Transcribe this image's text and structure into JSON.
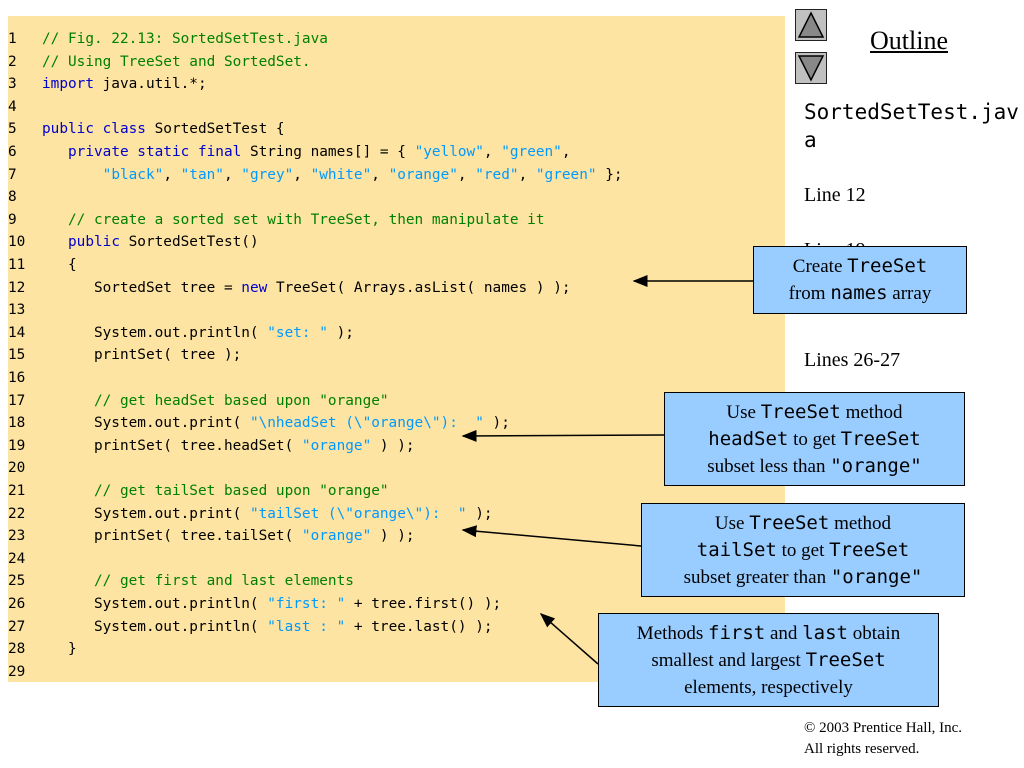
{
  "nav": {
    "prev_icon": "up-triangle-icon",
    "next_icon": "down-triangle-icon"
  },
  "sidebar": {
    "outline_title": "Outline",
    "file_name": "SortedSetTest.java",
    "line_labels": [
      "Line 12",
      "Line 19",
      "Lines 26-27"
    ]
  },
  "code_lines": [
    [
      {
        "t": "// Fig. 22.13: SortedSetTest.java",
        "c": "cm"
      }
    ],
    [
      {
        "t": "// Using TreeSet and SortedSet.",
        "c": "cm"
      }
    ],
    [
      {
        "t": "import",
        "c": "kw"
      },
      {
        "t": " java.util.*;",
        "c": "pl"
      }
    ],
    [],
    [
      {
        "t": "public class",
        "c": "kw"
      },
      {
        "t": " SortedSetTest {",
        "c": "pl"
      }
    ],
    [
      {
        "t": "   ",
        "c": "pl"
      },
      {
        "t": "private static final",
        "c": "kw"
      },
      {
        "t": " String names[] = { ",
        "c": "pl"
      },
      {
        "t": "\"yellow\"",
        "c": "st"
      },
      {
        "t": ", ",
        "c": "pl"
      },
      {
        "t": "\"green\"",
        "c": "st"
      },
      {
        "t": ",",
        "c": "pl"
      }
    ],
    [
      {
        "t": "       ",
        "c": "pl"
      },
      {
        "t": "\"black\"",
        "c": "st"
      },
      {
        "t": ", ",
        "c": "pl"
      },
      {
        "t": "\"tan\"",
        "c": "st"
      },
      {
        "t": ", ",
        "c": "pl"
      },
      {
        "t": "\"grey\"",
        "c": "st"
      },
      {
        "t": ", ",
        "c": "pl"
      },
      {
        "t": "\"white\"",
        "c": "st"
      },
      {
        "t": ", ",
        "c": "pl"
      },
      {
        "t": "\"orange\"",
        "c": "st"
      },
      {
        "t": ", ",
        "c": "pl"
      },
      {
        "t": "\"red\"",
        "c": "st"
      },
      {
        "t": ", ",
        "c": "pl"
      },
      {
        "t": "\"green\"",
        "c": "st"
      },
      {
        "t": " };",
        "c": "pl"
      }
    ],
    [],
    [
      {
        "t": "   ",
        "c": "pl"
      },
      {
        "t": "// create a sorted set with TreeSet, then manipulate it",
        "c": "cm"
      }
    ],
    [
      {
        "t": "   ",
        "c": "pl"
      },
      {
        "t": "public",
        "c": "kw"
      },
      {
        "t": " SortedSetTest()",
        "c": "pl"
      }
    ],
    [
      {
        "t": "   {",
        "c": "pl"
      }
    ],
    [
      {
        "t": "      SortedSet tree = ",
        "c": "pl"
      },
      {
        "t": "new",
        "c": "kw"
      },
      {
        "t": " TreeSet( Arrays.asList( names ) );",
        "c": "pl"
      }
    ],
    [],
    [
      {
        "t": "      System.out.println( ",
        "c": "pl"
      },
      {
        "t": "\"set: \"",
        "c": "st"
      },
      {
        "t": " );",
        "c": "pl"
      }
    ],
    [
      {
        "t": "      printSet( tree );",
        "c": "pl"
      }
    ],
    [],
    [
      {
        "t": "      ",
        "c": "pl"
      },
      {
        "t": "// get headSet based upon \"orange\"",
        "c": "cm"
      }
    ],
    [
      {
        "t": "      System.out.print( ",
        "c": "pl"
      },
      {
        "t": "\"\\nheadSet (\\\"orange\\\"):  \"",
        "c": "st"
      },
      {
        "t": " );",
        "c": "pl"
      }
    ],
    [
      {
        "t": "      printSet( tree.headSet( ",
        "c": "pl"
      },
      {
        "t": "\"orange\"",
        "c": "st"
      },
      {
        "t": " ) );",
        "c": "pl"
      }
    ],
    [],
    [
      {
        "t": "      ",
        "c": "pl"
      },
      {
        "t": "// get tailSet based upon \"orange\"",
        "c": "cm"
      }
    ],
    [
      {
        "t": "      System.out.print( ",
        "c": "pl"
      },
      {
        "t": "\"tailSet (\\\"orange\\\"):  \"",
        "c": "st"
      },
      {
        "t": " );",
        "c": "pl"
      }
    ],
    [
      {
        "t": "      printSet( tree.tailSet( ",
        "c": "pl"
      },
      {
        "t": "\"orange\"",
        "c": "st"
      },
      {
        "t": " ) );",
        "c": "pl"
      }
    ],
    [],
    [
      {
        "t": "      ",
        "c": "pl"
      },
      {
        "t": "// get first and last elements",
        "c": "cm"
      }
    ],
    [
      {
        "t": "      System.out.println( ",
        "c": "pl"
      },
      {
        "t": "\"first: \"",
        "c": "st"
      },
      {
        "t": " + tree.first() );",
        "c": "pl"
      }
    ],
    [
      {
        "t": "      System.out.println( ",
        "c": "pl"
      },
      {
        "t": "\"last : \"",
        "c": "st"
      },
      {
        "t": " + tree.last() );",
        "c": "pl"
      }
    ],
    [
      {
        "t": "   }",
        "c": "pl"
      }
    ],
    []
  ],
  "callouts": [
    [
      [
        {
          "t": "Create ",
          "m": false
        },
        {
          "t": "TreeSet",
          "m": true
        }
      ],
      [
        {
          "t": "from ",
          "m": false
        },
        {
          "t": "names",
          "m": true
        },
        {
          "t": " array",
          "m": false
        }
      ]
    ],
    [
      [
        {
          "t": "Use ",
          "m": false
        },
        {
          "t": "TreeSet",
          "m": true
        },
        {
          "t": " method",
          "m": false
        }
      ],
      [
        {
          "t": "headSet",
          "m": true
        },
        {
          "t": " to get ",
          "m": false
        },
        {
          "t": "TreeSet",
          "m": true
        }
      ],
      [
        {
          "t": "subset less than ",
          "m": false
        },
        {
          "t": "\"orange\"",
          "m": true
        }
      ]
    ],
    [
      [
        {
          "t": "Use ",
          "m": false
        },
        {
          "t": "TreeSet",
          "m": true
        },
        {
          "t": " method",
          "m": false
        }
      ],
      [
        {
          "t": "tailSet",
          "m": true
        },
        {
          "t": " to get ",
          "m": false
        },
        {
          "t": "TreeSet",
          "m": true
        }
      ],
      [
        {
          "t": "subset greater than ",
          "m": false
        },
        {
          "t": "\"orange\"",
          "m": true
        }
      ]
    ],
    [
      [
        {
          "t": "Methods ",
          "m": false
        },
        {
          "t": "first",
          "m": true
        },
        {
          "t": " and ",
          "m": false
        },
        {
          "t": "last",
          "m": true
        },
        {
          "t": " obtain",
          "m": false
        }
      ],
      [
        {
          "t": "smallest and largest ",
          "m": false
        },
        {
          "t": "TreeSet",
          "m": true
        }
      ],
      [
        {
          "t": "elements, respectively",
          "m": false
        }
      ]
    ]
  ],
  "copyright": {
    "line1": "© 2003 Prentice Hall, Inc.",
    "line2": "All rights reserved."
  }
}
